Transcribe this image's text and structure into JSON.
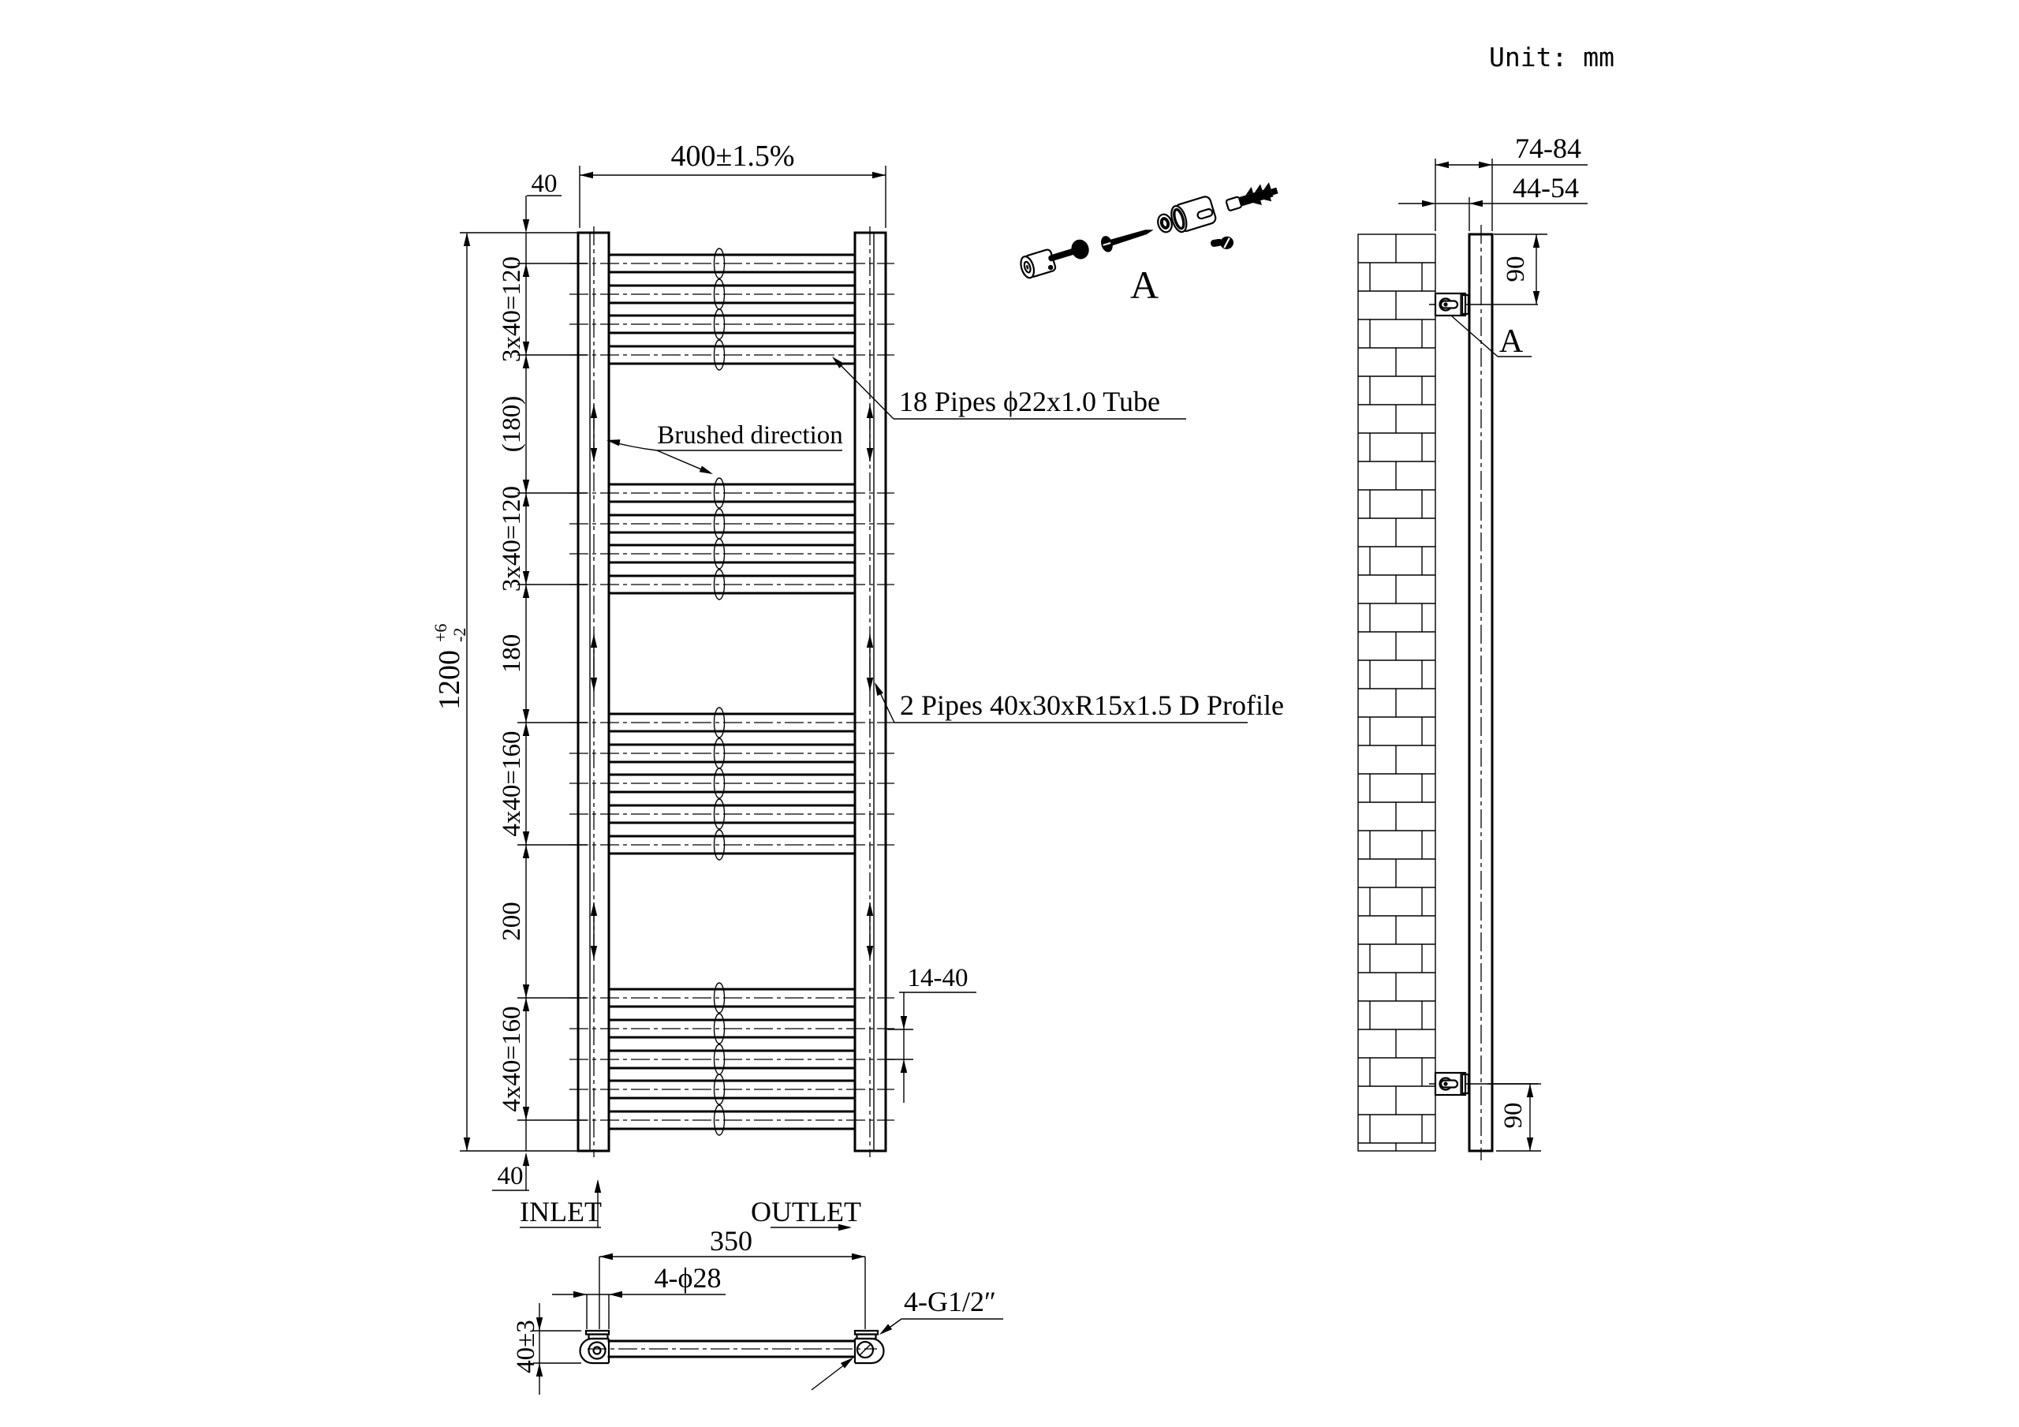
{
  "title": {
    "unit_label": "Unit: mm"
  },
  "front_view": {
    "overall_width": "400±1.5%",
    "tube_width_top": "40",
    "tube_width_bottom": "40",
    "overall_height": "1200",
    "overall_height_tol_plus": "+6",
    "overall_height_tol_minus": "-2",
    "chain_dims": [
      "3x40=120",
      "(180)",
      "3x40=120",
      "180",
      "4x40=160",
      "200",
      "4x40=160"
    ],
    "pipe_pitch_dim": "14-40",
    "pipes_note": "18 Pipes ϕ22x1.0 Tube",
    "profile_note": "2 Pipes 40x30xR15x1.5 D Profile",
    "brushed_note": "Brushed direction",
    "inlet_label": "INLET",
    "outlet_label": "OUTLET"
  },
  "side_view": {
    "depth_dim": "74-84",
    "bracket_gap_dim": "44-54",
    "bracket_top_offset": "90",
    "bracket_bottom_offset": "90",
    "detail_ref": "A"
  },
  "detail": {
    "label": "A"
  },
  "bottom_view": {
    "pitch_dim": "350",
    "holes_dim": "4-ϕ28",
    "threads_dim": "4-G1/2″",
    "depth_dim": "40±3"
  }
}
